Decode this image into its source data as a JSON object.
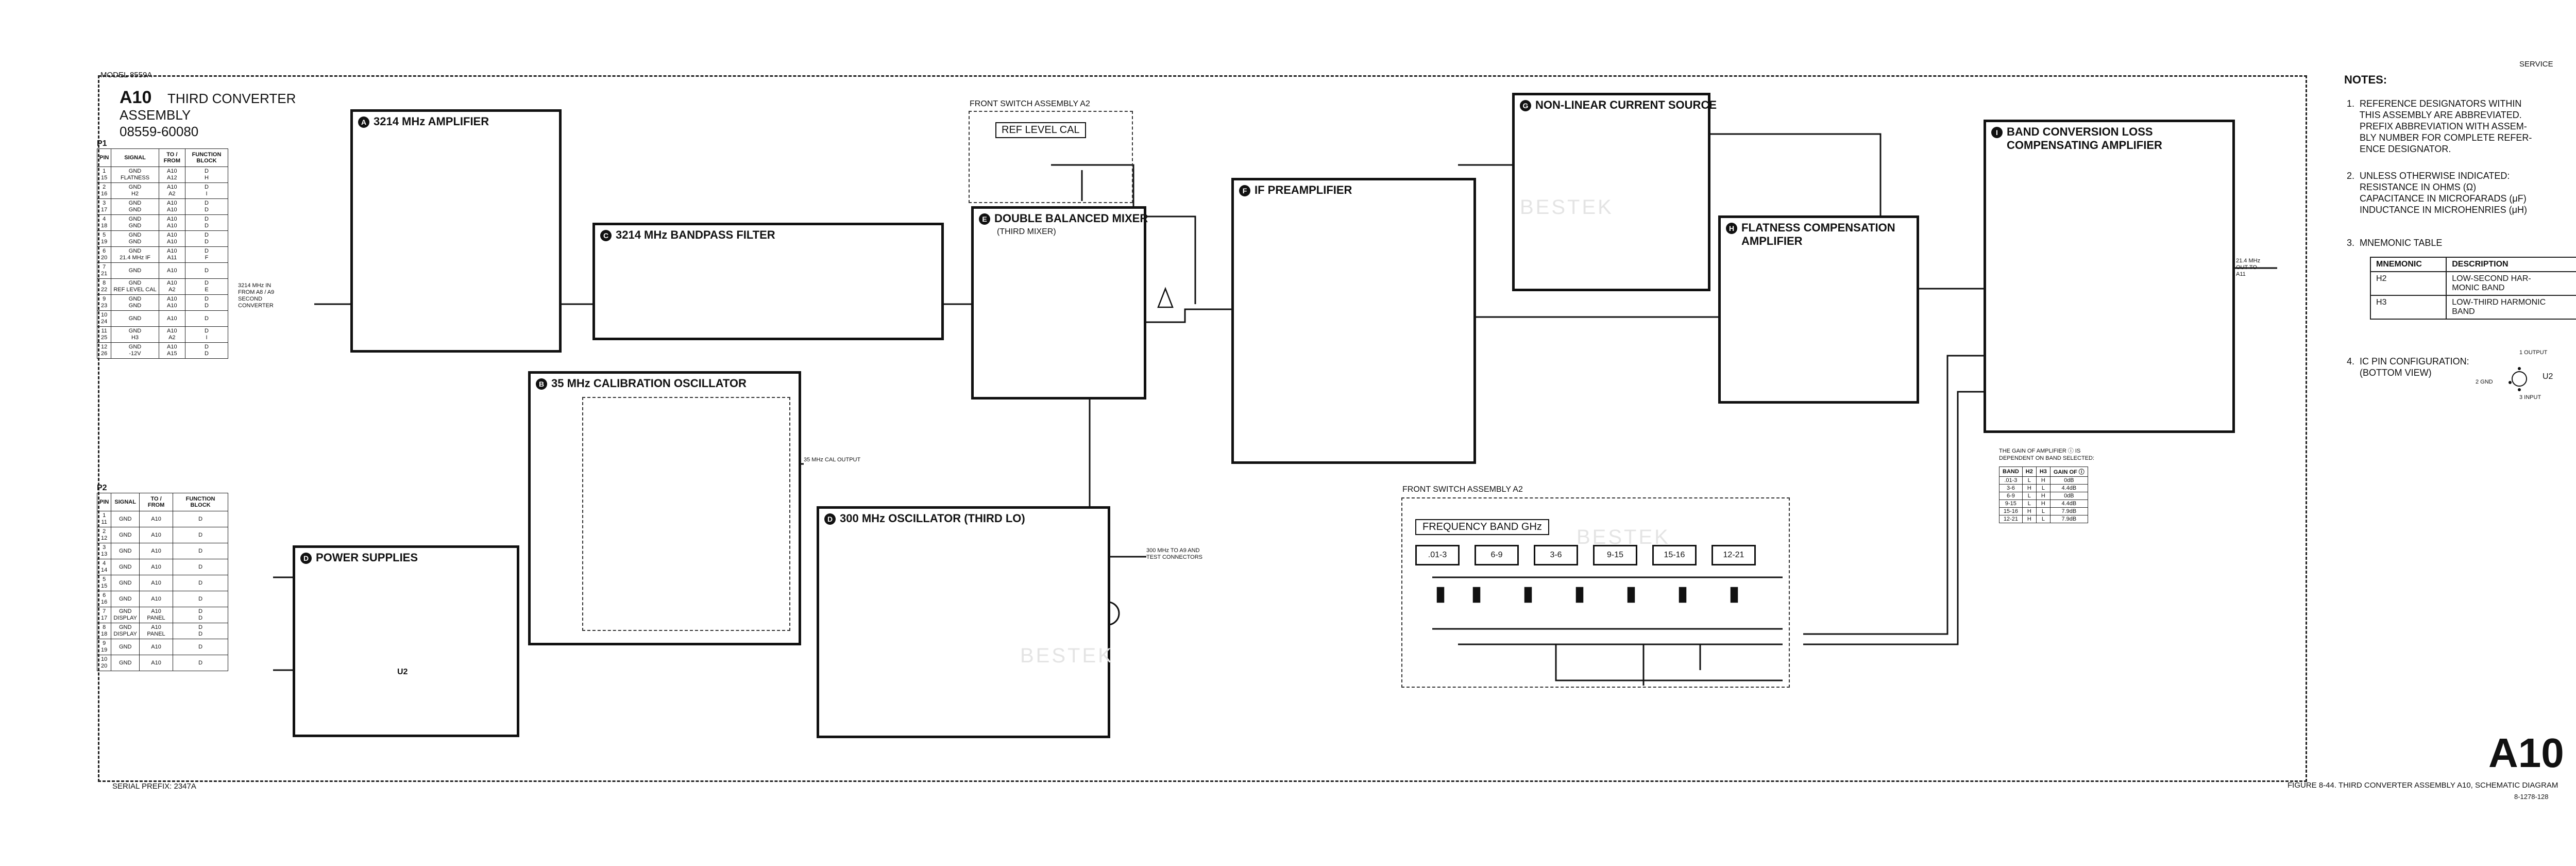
{
  "header": {
    "model": "MODEL 8559A",
    "service": "SERVICE",
    "serial_prefix": "SERIAL PREFIX: 2347A"
  },
  "assembly": {
    "id": "A10",
    "title_line1": "THIRD CONVERTER",
    "title_line2": "ASSEMBLY",
    "part_number": "08559-60080"
  },
  "table_p1": {
    "label": "P1",
    "headers": [
      "PIN",
      "SIGNAL",
      "TO / FROM",
      "FUNCTION BLOCK"
    ],
    "rows": [
      [
        "1\n15",
        "GND\nFLATNESS",
        "A10\nA12",
        "D\nH"
      ],
      [
        "2\n16",
        "GND\nH2",
        "A10\nA2",
        "D\nI"
      ],
      [
        "3\n17",
        "GND\nGND",
        "A10\nA10",
        "D\nD"
      ],
      [
        "4\n18",
        "GND\nGND",
        "A10\nA10",
        "D\nD"
      ],
      [
        "5\n19",
        "GND\nGND",
        "A10\nA10",
        "D\nD"
      ],
      [
        "6\n20",
        "GND\n21.4 MHz IF",
        "A10\nA11",
        "D\nF"
      ],
      [
        "7\n21",
        "GND",
        "A10",
        "D"
      ],
      [
        "8\n22",
        "GND\nREF LEVEL CAL",
        "A10\nA2",
        "D\nE"
      ],
      [
        "9\n23",
        "GND\nGND",
        "A10\nA10",
        "D\nD"
      ],
      [
        "10\n24",
        "GND",
        "A10",
        "D"
      ],
      [
        "11\n25",
        "GND\nH3",
        "A10\nA2",
        "D\nI"
      ],
      [
        "12\n26",
        "GND\n-12V",
        "A10\nA15",
        "D\nD"
      ]
    ]
  },
  "table_p2": {
    "label": "P2",
    "headers": [
      "PIN",
      "SIGNAL",
      "TO / FROM",
      "FUNCTION BLOCK"
    ],
    "rows": [
      [
        "1\n11",
        "GND",
        "A10",
        "D"
      ],
      [
        "2\n12",
        "GND",
        "A10",
        "D"
      ],
      [
        "3\n13",
        "GND",
        "A10",
        "D"
      ],
      [
        "4\n14",
        "GND",
        "A10",
        "D"
      ],
      [
        "5\n15",
        "GND",
        "A10",
        "D"
      ],
      [
        "6\n16",
        "GND",
        "A10",
        "D"
      ],
      [
        "7\n17",
        "GND\nDISPLAY",
        "A10\nPANEL",
        "D\nD"
      ],
      [
        "8\n18",
        "GND\nDISPLAY",
        "A10\nPANEL",
        "D\nD"
      ],
      [
        "9\n19",
        "GND",
        "A10",
        "D"
      ],
      [
        "10\n20",
        "GND",
        "A10",
        "D"
      ]
    ]
  },
  "blocks": {
    "a": {
      "letter": "A",
      "title": "3214 MHz AMPLIFIER"
    },
    "b": {
      "letter": "B",
      "title": "35 MHz CALIBRATION OSCILLATOR"
    },
    "c": {
      "letter": "C",
      "title": "3214 MHz BANDPASS FILTER"
    },
    "d": {
      "letter": "D",
      "title": "POWER SUPPLIES"
    },
    "e": {
      "letter": "E",
      "title": "DOUBLE BALANCED MIXER",
      "sub": "(THIRD MIXER)"
    },
    "f": {
      "letter": "F",
      "title": "IF PREAMPLIFIER"
    },
    "g": {
      "letter": "G",
      "title": "NON-LINEAR CURRENT SOURCE"
    },
    "h": {
      "letter": "H",
      "title": "FLATNESS COMPENSATION",
      "title2": "AMPLIFIER"
    },
    "i": {
      "letter": "I",
      "title": "BAND CONVERSION LOSS",
      "title2": "COMPENSATING AMPLIFIER"
    },
    "ds": {
      "letter": "D",
      "title": "300 MHz OSCILLATOR (THIRD LO)"
    }
  },
  "front_switch_top": {
    "title": "FRONT SWITCH ASSEMBLY A2",
    "box": "REF LEVEL CAL"
  },
  "front_switch_band": {
    "title": "FRONT SWITCH ASSEMBLY A2",
    "box": "FREQUENCY BAND GHz",
    "bands": [
      ".01-3",
      "6-9",
      "3-6",
      "9-15",
      "15-16",
      "12-21"
    ]
  },
  "signals": {
    "input": "3214 MHz IN\nFROM A8 / A9\nSECOND\nCONVERTER",
    "cal_out": "35 MHz CAL OUTPUT",
    "lo_out": "300 MHz TO A9 AND\nTEST CONNECTORS",
    "if_out": "21.4 MHz\nOUT TO\nA11"
  },
  "gain_table": {
    "caption": "THE GAIN OF AMPLIFIER ⓘ IS\nDEPENDENT ON BAND SELECTED:",
    "headers": [
      "BAND",
      "H2",
      "H3",
      "GAIN OF ⓘ"
    ],
    "rows": [
      [
        ".01-3",
        "L",
        "H",
        "0dB"
      ],
      [
        "3-6",
        "H",
        "L",
        "4.4dB"
      ],
      [
        "6-9",
        "L",
        "H",
        "0dB"
      ],
      [
        "9-15",
        "L",
        "H",
        "4.4dB"
      ],
      [
        "15-16",
        "H",
        "L",
        "7.9dB"
      ],
      [
        "12-21",
        "H",
        "L",
        "7.9dB"
      ]
    ]
  },
  "notes": {
    "title": "NOTES:",
    "n1": "1.  REFERENCE DESIGNATORS WITHIN\n     THIS ASSEMBLY ARE ABBREVIATED.\n     PREFIX ABBREVIATION WITH ASSEM-\n     BLY NUMBER FOR COMPLETE REFER-\n     ENCE DESIGNATOR.",
    "n2": "2.  UNLESS OTHERWISE INDICATED:\n     RESISTANCE IN OHMS (Ω)\n     CAPACITANCE IN MICROFARADS (μF)\n     INDUCTANCE IN MICROHENRIES (μH)",
    "n3": "3.  MNEMONIC TABLE",
    "n4": "4.  IC PIN CONFIGURATION:\n     (BOTTOM VIEW)",
    "pin_in": "3 INPUT",
    "pin_out": "1 OUTPUT",
    "pin_gnd": "2 GND",
    "ic_ref": "U2"
  },
  "mnemonic": {
    "headers": [
      "MNEMONIC",
      "DESCRIPTION"
    ],
    "rows": [
      [
        "H2",
        "LOW-SECOND HAR-\nMONIC BAND"
      ],
      [
        "H3",
        "LOW-THIRD HARMONIC\nBAND"
      ]
    ]
  },
  "big_label": "A10",
  "figure_caption": "FIGURE 8-44.  THIRD CONVERTER ASSEMBLY A10, SCHEMATIC DIAGRAM",
  "figure_code": "8-1278-128",
  "watermark": "BESTEK"
}
